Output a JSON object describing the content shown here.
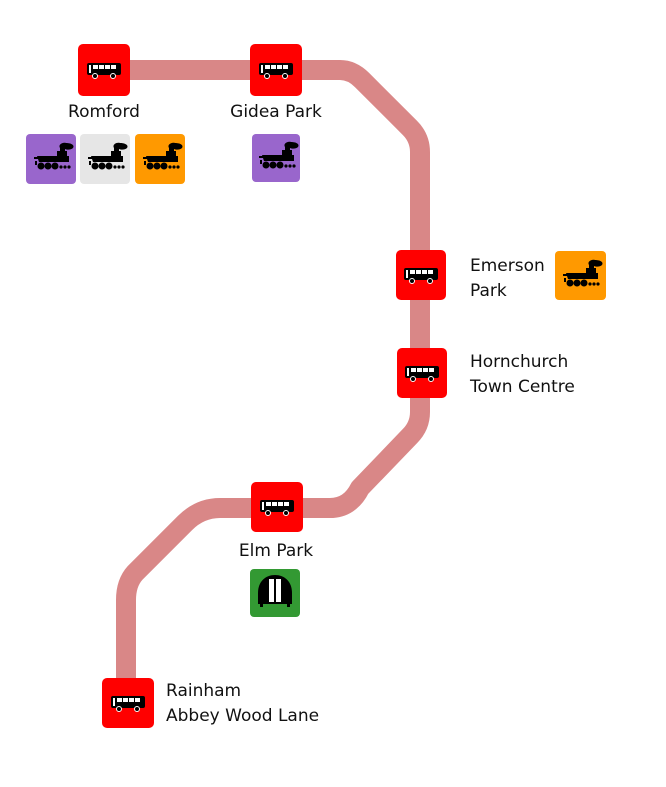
{
  "title": "Bus route map",
  "route": {
    "line_color": "#d98787",
    "stop_color": "#ff0000"
  },
  "stops": [
    {
      "name": "Romford",
      "lines": [
        "Romford"
      ],
      "connections": [
        {
          "type": "national-rail",
          "color": "#9966cc"
        },
        {
          "type": "national-rail",
          "color": "#e6e6e6"
        },
        {
          "type": "national-rail",
          "color": "#ff9900"
        }
      ]
    },
    {
      "name": "Gidea Park",
      "lines": [
        "Gidea Park"
      ],
      "connections": [
        {
          "type": "national-rail",
          "color": "#9966cc"
        }
      ]
    },
    {
      "name": "Emerson Park",
      "lines": [
        "Emerson",
        "Park"
      ],
      "connections": [
        {
          "type": "national-rail",
          "color": "#ff9900"
        }
      ]
    },
    {
      "name": "Hornchurch Town Centre",
      "lines": [
        "Hornchurch",
        "Town Centre"
      ],
      "connections": []
    },
    {
      "name": "Elm Park",
      "lines": [
        "Elm Park"
      ],
      "connections": [
        {
          "type": "underground",
          "color": "#339933"
        }
      ]
    },
    {
      "name": "Rainham Abbey Wood Lane",
      "lines": [
        "Rainham",
        "Abbey Wood Lane"
      ],
      "connections": []
    }
  ]
}
